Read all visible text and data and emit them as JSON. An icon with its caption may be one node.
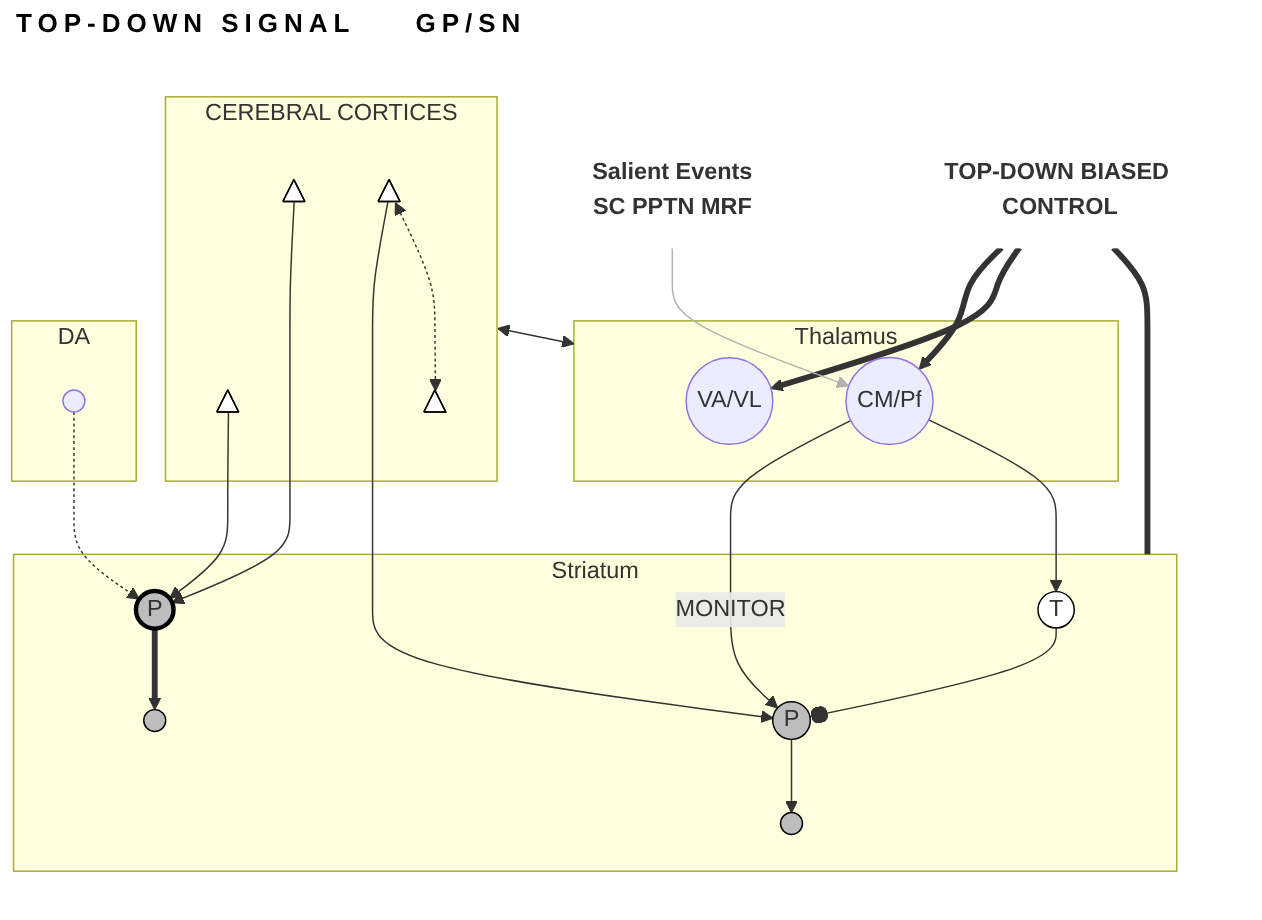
{
  "diagram": {
    "nodes": [
      {
        "text": [
          "CEREBRAL CORTICES"
        ]
      },
      {
        "text": [],
        "shape": "triangle",
        "in": 0
      },
      {
        "text": [],
        "shape": "triangle",
        "in": 0
      },
      {
        "text": [],
        "shape": "triangle",
        "in": 0
      },
      {
        "text": [],
        "shape": "triangle",
        "in": 0
      },
      {
        "text": [
          "Striatum"
        ]
      },
      {
        "text": [
          "P"
        ],
        "in": 5
      },
      {
        "text": [
          "P"
        ],
        "in": 5
      },
      {
        "text": [
          "T"
        ],
        "in": 5
      },
      {
        "text": [],
        "shape": "circle",
        "in": 5
      },
      {
        "text": [],
        "shape": "circle",
        "in": 5
      },
      {
        "text": [
          "Thalamus"
        ]
      },
      {
        "text": [
          "CM/Pf"
        ],
        "in": 11
      },
      {
        "text": [
          "VA/VL"
        ],
        "in": 11
      },
      {
        "text": [
          "DA"
        ]
      },
      {
        "text": [],
        "shape": "circle",
        "in": 14
      },
      {
        "text": [
          "TOP-DOWN BIASED CONTROL"
        ]
      },
      {
        "text": [
          "Salient Events",
          "SC PPTN MRF"
        ]
      }
    ],
    "edges": [
      {
        "from": 1,
        "to": 6,
        "arrow": "to"
      },
      {
        "from": 2,
        "to": 6,
        "arrow": "to"
      },
      {
        "from": 3,
        "to": 7,
        "arrow": "to"
      },
      {
        "from": 3,
        "to": 4,
        "arrow": "both",
        "style": "dashed"
      },
      {
        "from": 0,
        "to": 11,
        "arrow": "both"
      },
      {
        "from": 12,
        "to": 7,
        "arrow": "to",
        "label": "MONITOR"
      },
      {
        "from": 12,
        "to": 8,
        "arrow": "to"
      },
      {
        "from": 8,
        "to": 7,
        "arrow": "other"
      },
      {
        "from": 6,
        "to": 9,
        "arrow": "to",
        "style": "thick"
      },
      {
        "from": 7,
        "to": 10,
        "arrow": "to"
      },
      {
        "from": 15,
        "to": 6,
        "arrow": "to",
        "style": "dashed"
      },
      {
        "from": 5,
        "to": 16,
        "arrow": "none",
        "style": "thick"
      },
      {
        "from": 16,
        "to": 12,
        "arrow": "to",
        "style": "thick"
      },
      {
        "from": 16,
        "to": 13,
        "arrow": "to",
        "style": "thick"
      },
      {
        "from": 17,
        "to": 12,
        "arrow": "to",
        "color": "#b3b3b3"
      }
    ],
    "labels": [
      "TOP-DOWN SIGNAL",
      "GP/SN"
    ]
  }
}
